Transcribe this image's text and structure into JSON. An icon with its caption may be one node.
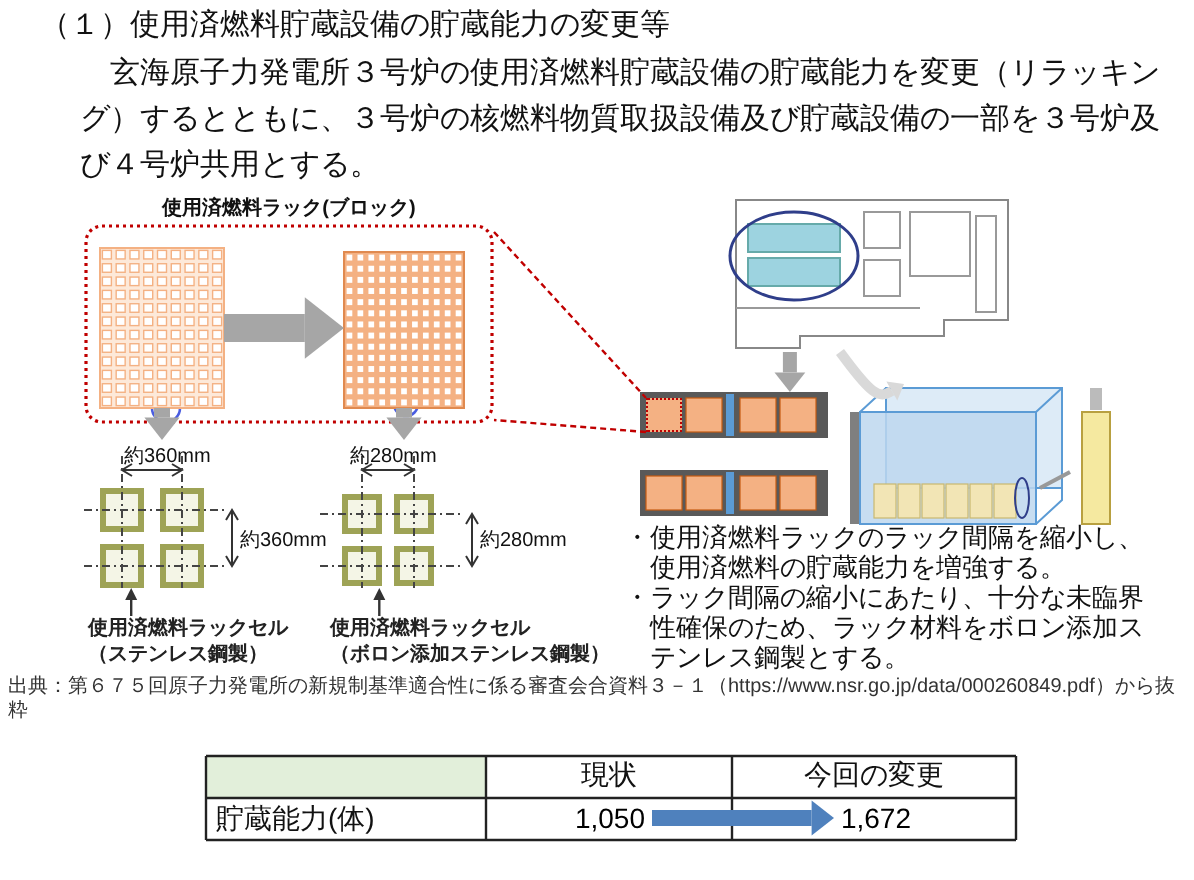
{
  "diagram": {
    "title": "（１）使用済燃料貯蔵設備の貯蔵能力の変更等",
    "caption": "出典：第６７５回原子力発電所の新規制基準適合性に係る審査会合資料３－１（https://www.nsr.go.jp/data/000260849.pdf）から抜粋",
    "nodes": [
      {
        "text": [
          "使用済燃料ラック(ブロック)"
        ]
      },
      {
        "text": [],
        "shape": "box",
        "in": 0
      },
      {
        "text": [],
        "shape": "box",
        "in": 0
      },
      {
        "text": [],
        "shape": "picture"
      },
      {
        "text": [],
        "shape": "box"
      },
      {
        "text": [],
        "shape": "box",
        "in": 4
      },
      {
        "text": [],
        "shape": "picture"
      },
      {
        "text": [],
        "shape": "picture"
      },
      {
        "text": [
          "使用済燃料ラックセル（ステンレス鋼製）"
        ]
      },
      {
        "text": [],
        "shape": "picture"
      },
      {
        "text": [
          "使用済燃料ラックセル（ボロン添加ステンレス鋼製）"
        ]
      },
      {
        "text": [
          "1,050"
        ]
      },
      {
        "text": [
          "1,672"
        ]
      }
    ],
    "edges": [
      {
        "from": 1,
        "to": 2,
        "arrow": "to",
        "style": "thick"
      },
      {
        "from": 1,
        "to": 7,
        "arrow": "to"
      },
      {
        "from": 2,
        "to": 9,
        "arrow": "to"
      },
      {
        "from": 8,
        "to": 7,
        "arrow": "to",
        "color": "#333333"
      },
      {
        "from": 10,
        "to": 9,
        "arrow": "to",
        "color": "#333333"
      },
      {
        "from": 0,
        "to": 5,
        "arrow": "none",
        "style": "dashed",
        "color": "#c00000"
      },
      {
        "from": 3,
        "to": 4,
        "arrow": "to"
      },
      {
        "from": 3,
        "to": 6,
        "arrow": "to",
        "color": "#d9d9d9"
      },
      {
        "from": 11,
        "to": 12,
        "arrow": "to",
        "color": "#4f81bd"
      }
    ],
    "labels": [
      "玄海原子力発電所３号炉の使用済燃料貯蔵設備の貯蔵能力を変更（リラッキング）するとともに、３号炉の核燃料物質取扱設備及び貯蔵設備の一部を３号炉及び４号炉共用とする。",
      "約360mm",
      "約280mm",
      "約360mm",
      "約280mm",
      "・使用済燃料ラックのラック間隔を縮小し、使用済燃料の貯蔵能力を増強する。",
      "・ラック間隔の縮小にあたり、十分な未臨界性確保のため、ラック材料をボロン添加ステンレス鋼製とする。",
      "現状",
      "今回の変更",
      "貯蔵能力(体)"
    ]
  }
}
